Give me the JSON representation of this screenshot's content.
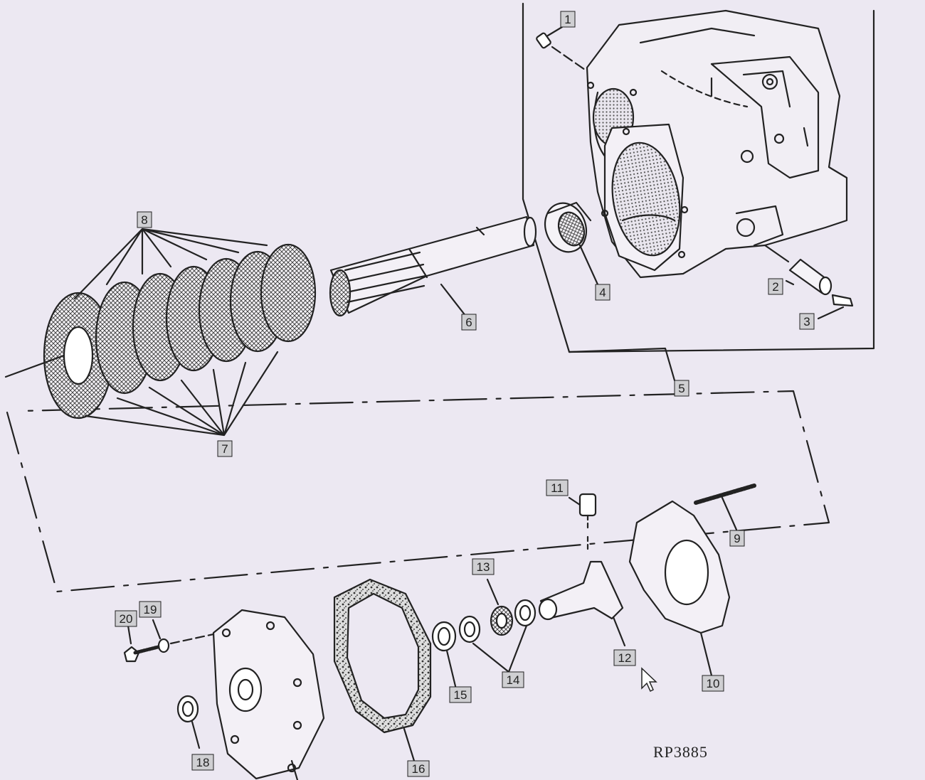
{
  "colors": {
    "background": "#ece8f2",
    "ink": "#222222",
    "label_box": "#cfcfd2"
  },
  "callouts": [
    {
      "id": "c1",
      "label": "1"
    },
    {
      "id": "c2",
      "label": "2"
    },
    {
      "id": "c3",
      "label": "3"
    },
    {
      "id": "c4",
      "label": "4"
    },
    {
      "id": "c5",
      "label": "5"
    },
    {
      "id": "c6",
      "label": "6"
    },
    {
      "id": "c7",
      "label": "7"
    },
    {
      "id": "c8",
      "label": "8"
    },
    {
      "id": "c9",
      "label": "9"
    },
    {
      "id": "c10",
      "label": "10"
    },
    {
      "id": "c11",
      "label": "11"
    },
    {
      "id": "c12",
      "label": "12"
    },
    {
      "id": "c13",
      "label": "13"
    },
    {
      "id": "c14",
      "label": "14"
    },
    {
      "id": "c15",
      "label": "15"
    },
    {
      "id": "c16",
      "label": "16"
    },
    {
      "id": "c18",
      "label": "18"
    },
    {
      "id": "c19",
      "label": "19"
    },
    {
      "id": "c20",
      "label": "20"
    }
  ],
  "reference_code": "RP3885",
  "cursor_icon": "mouse-pointer-icon"
}
